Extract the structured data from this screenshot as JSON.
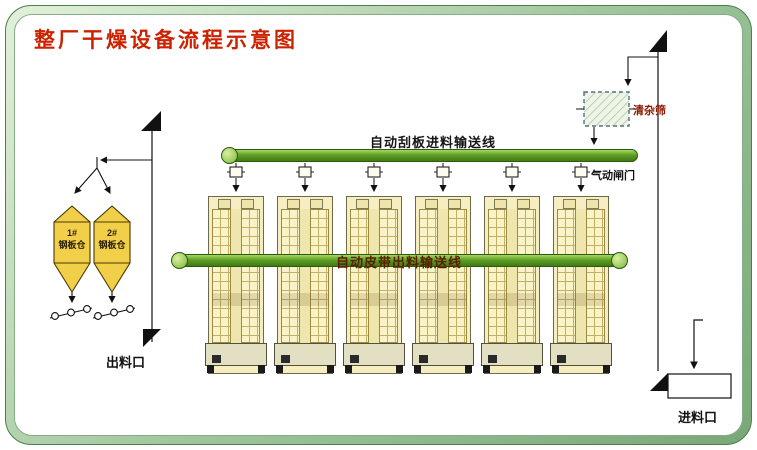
{
  "title": "整厂干燥设备流程示意图",
  "colors": {
    "accent_red": "#cc2200",
    "conveyor_green": "#5f9e26",
    "tower_yellow": "#f6eec0",
    "frame_green": "#9cc399"
  },
  "top_conveyor": {
    "label": "自动刮板进料输送线"
  },
  "middle_conveyor": {
    "label": "自动皮带出料输送线"
  },
  "sieve": {
    "label": "清杂筛"
  },
  "gate": {
    "label": "气动闸门"
  },
  "bins": [
    {
      "num": "1#",
      "name": "钢板仓"
    },
    {
      "num": "2#",
      "name": "钢板仓"
    }
  ],
  "discharge_label": "出料口",
  "feed_label": "进料口"
}
